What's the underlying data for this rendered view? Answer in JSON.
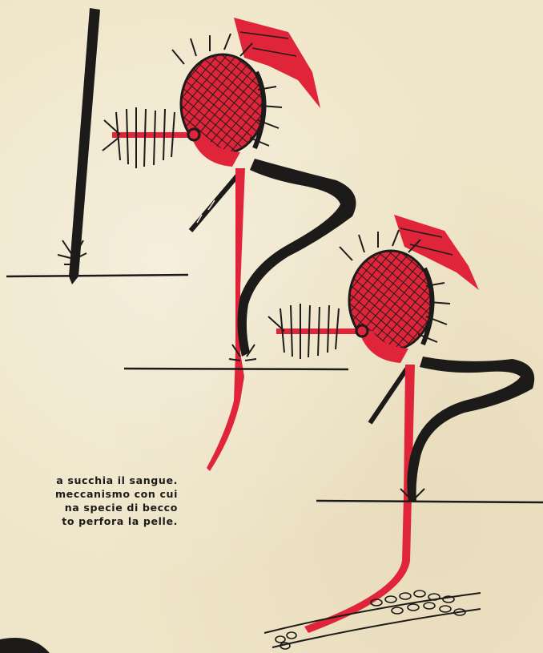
{
  "caption": {
    "lines": [
      "a succhia il sangue.",
      "meccanismo con cui",
      "na specie di becco",
      "to perfora la pelle."
    ]
  },
  "colors": {
    "paper": "#efe5c8",
    "ink": "#1d1b1a",
    "red": "#e0253a"
  },
  "figure": {
    "subject": "mosquito mouthparts piercing skin",
    "icons": [
      "needle-icon",
      "mosquito-head-icon",
      "proboscis-icon",
      "skin-layer-icon"
    ]
  }
}
